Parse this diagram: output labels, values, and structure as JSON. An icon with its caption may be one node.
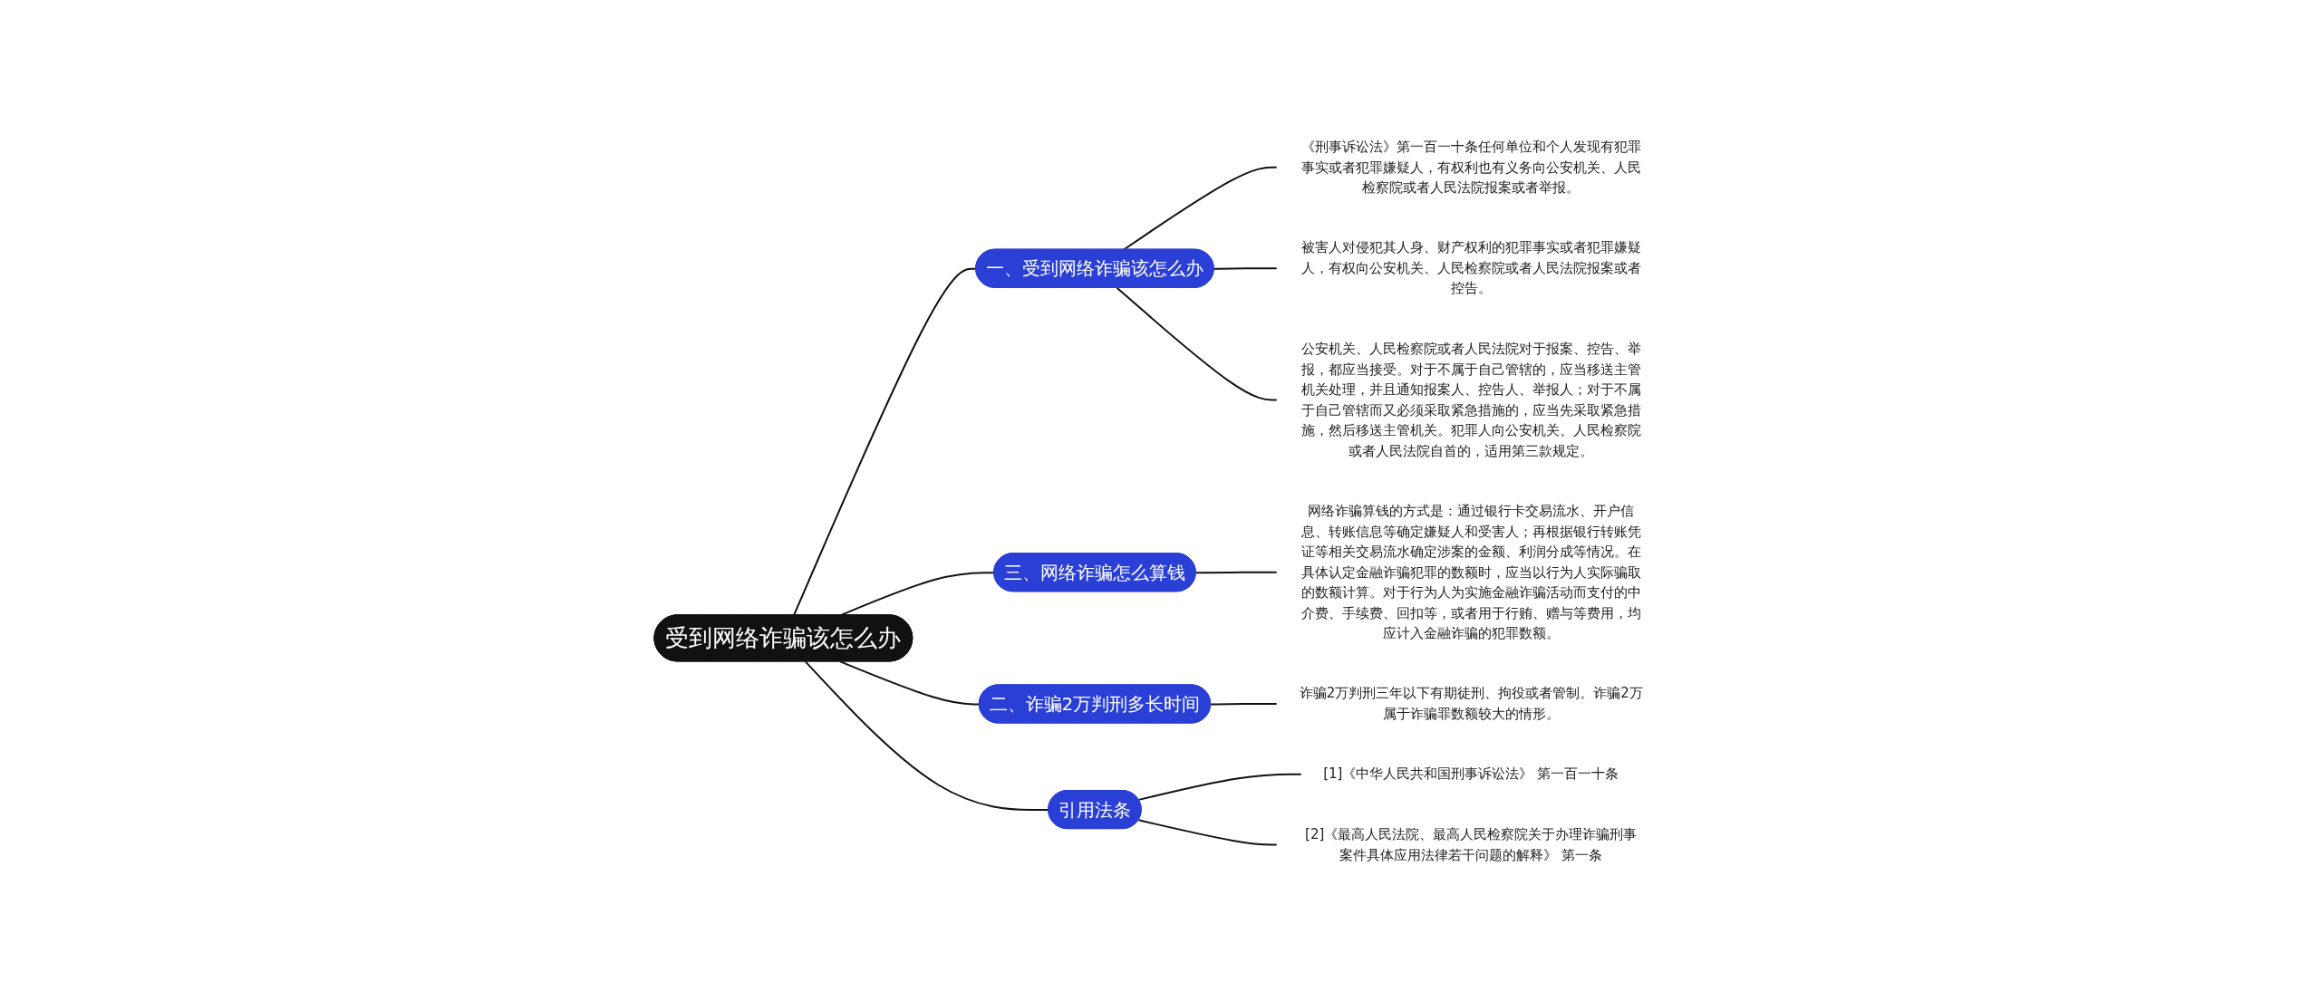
{
  "diagram": {
    "nodes": [
      {
        "text": [
          "受到网络诈骗该怎么办"
        ]
      },
      {
        "text": [
          "一、受到网络诈骗该怎么办"
        ]
      },
      {
        "text": [
          "《刑事诉讼法》第一百一十条任何单位和个人发现有犯罪事实或者犯罪嫌疑人，有权利也有义务向公安机关、人民检察院或者人民法院报案或者举报。"
        ]
      },
      {
        "text": [
          "被害人对侵犯其人身、财产权利的犯罪事实或者犯罪嫌疑人，有权向公安机关、人民检察院或者人民法院报案或者控告。"
        ]
      },
      {
        "text": [
          "公安机关、人民检察院或者人民法院对于报案、控告、举报，都应当接受。对于不属于自己管辖的，应当移送主管机关处理，并且通知报案人、控告人、举报人；对于不属于自己管辖而又必须采取紧急措施的，应当先采取紧急措施，然后移送主管机关。犯罪人向公安机关、人民检察院或者人民法院自首的，适用第三款规定。"
        ]
      },
      {
        "text": [
          "三、网络诈骗怎么算钱"
        ]
      },
      {
        "text": [
          "网络诈骗算钱的方式是：通过银行卡交易流水、开户信息、转账信息等确定嫌疑人和受害人；再根据银行转账凭证等相关交易流水确定涉案的金额、利润分成等情况。在具体认定金融诈骗犯罪的数额时，应当以行为人实际骗取的数额计算。对于行为人为实施金融诈骗活动而支付的中介费、手续费、回扣等，或者用于行贿、赠与等费用，均应计入金融诈骗的犯罪数额。"
        ]
      },
      {
        "text": [
          "二、诈骗2万判刑多长时间"
        ]
      },
      {
        "text": [
          "诈骗2万判刑三年以下有期徒刑、拘役或者管制。诈骗2万属于诈骗罪数额较大的情形。"
        ]
      },
      {
        "text": [
          "引用法条"
        ]
      },
      {
        "text": [
          "[1]《中华人民共和国刑事诉讼法》 第一百一十条"
        ]
      },
      {
        "text": [
          "[2]《最高人民法院、最高人民检察院关于办理诈骗刑事案件具体应用法律若干问题的解释》 第一条"
        ]
      }
    ],
    "edges": [
      {
        "from": 0,
        "to": 1,
        "arrow": "none"
      },
      {
        "from": 1,
        "to": 2,
        "arrow": "none"
      },
      {
        "from": 1,
        "to": 3,
        "arrow": "none"
      },
      {
        "from": 1,
        "to": 4,
        "arrow": "none"
      },
      {
        "from": 0,
        "to": 5,
        "arrow": "none"
      },
      {
        "from": 5,
        "to": 6,
        "arrow": "none"
      },
      {
        "from": 0,
        "to": 7,
        "arrow": "none"
      },
      {
        "from": 7,
        "to": 8,
        "arrow": "none"
      },
      {
        "from": 0,
        "to": 9,
        "arrow": "none"
      },
      {
        "from": 9,
        "to": 10,
        "arrow": "none"
      },
      {
        "from": 9,
        "to": 11,
        "arrow": "none"
      }
    ]
  }
}
